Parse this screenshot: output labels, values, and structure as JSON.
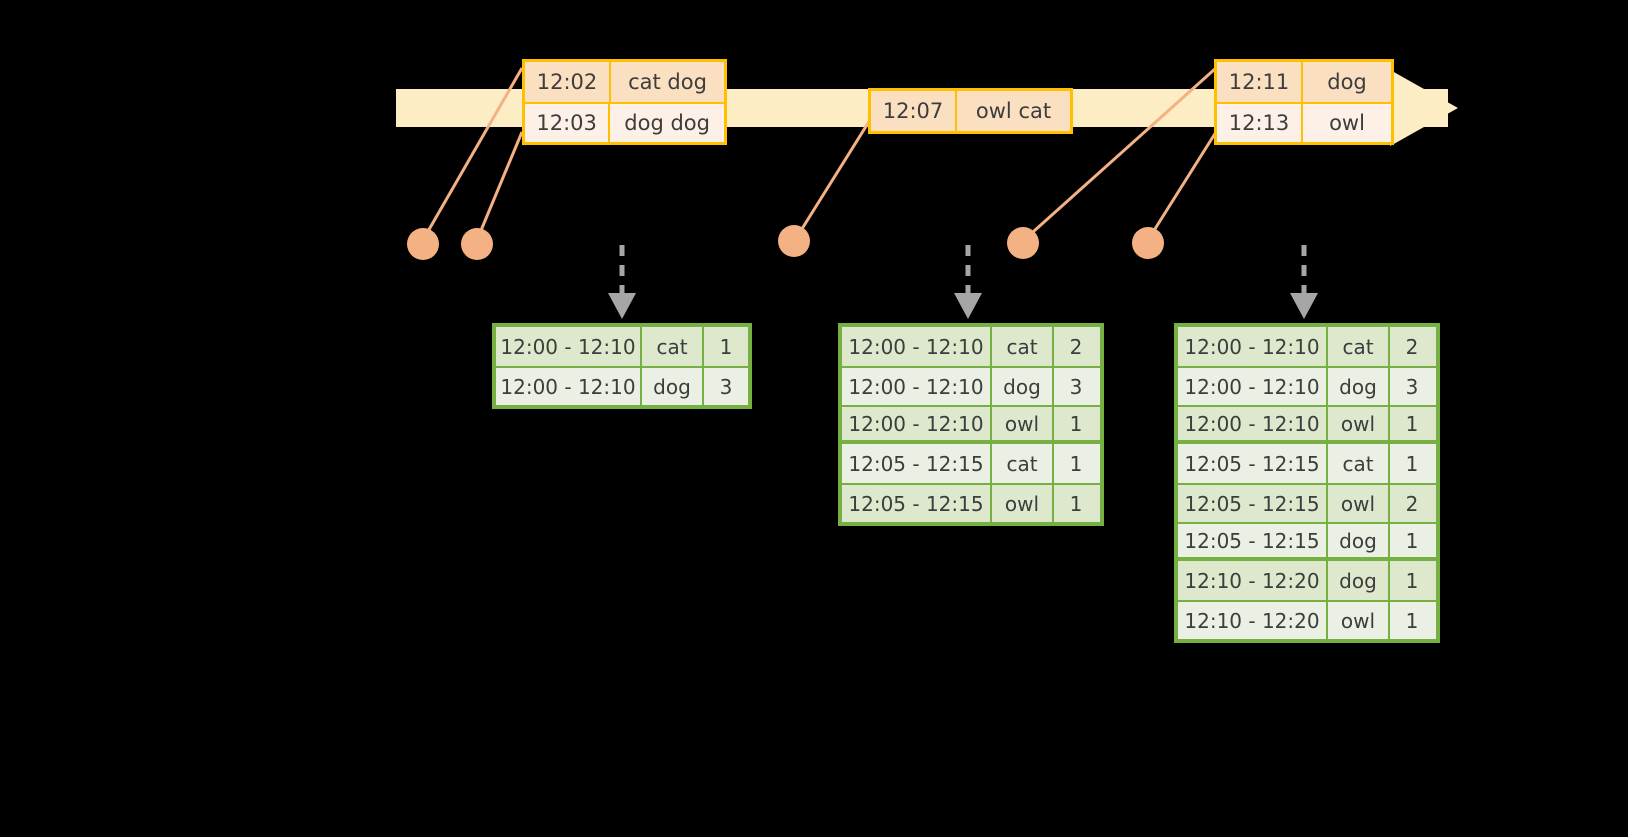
{
  "diagram": {
    "title": "windowed-aggregation-timeline",
    "colors": {
      "background": "#000000",
      "stream_bar": "#fdedc4",
      "event_border": "#ffc000",
      "event_fill_a": "#fbdfc1",
      "event_fill_b": "#fdf1e7",
      "dot": "#f4b183",
      "connector": "#f4b183",
      "table_border": "#76b043",
      "table_fill_a": "#dde8cd",
      "table_fill_b": "#eaf0e3",
      "arrow": "#a6a6a6",
      "text": "#3d3d3d"
    }
  },
  "stream": {
    "name": "event-stream-timeline",
    "event_groups": [
      {
        "name": "event-group-1",
        "events": [
          {
            "time": "12:02",
            "payload": "cat dog"
          },
          {
            "time": "12:03",
            "payload": "dog dog"
          }
        ]
      },
      {
        "name": "event-group-2",
        "events": [
          {
            "time": "12:07",
            "payload": "owl cat"
          }
        ]
      },
      {
        "name": "event-group-3",
        "events": [
          {
            "time": "12:11",
            "payload": "dog"
          },
          {
            "time": "12:13",
            "payload": "owl"
          }
        ]
      }
    ]
  },
  "tables": [
    {
      "name": "result-table-1",
      "rows": [
        {
          "window": "12:00 - 12:10",
          "key": "cat",
          "count": "1"
        },
        {
          "window": "12:00 - 12:10",
          "key": "dog",
          "count": "3"
        }
      ]
    },
    {
      "name": "result-table-2",
      "rows": [
        {
          "window": "12:00 - 12:10",
          "key": "cat",
          "count": "2"
        },
        {
          "window": "12:00 - 12:10",
          "key": "dog",
          "count": "3"
        },
        {
          "window": "12:00 - 12:10",
          "key": "owl",
          "count": "1"
        },
        {
          "window": "12:05 - 12:15",
          "key": "cat",
          "count": "1"
        },
        {
          "window": "12:05 - 12:15",
          "key": "owl",
          "count": "1"
        }
      ]
    },
    {
      "name": "result-table-3",
      "rows": [
        {
          "window": "12:00 - 12:10",
          "key": "cat",
          "count": "2"
        },
        {
          "window": "12:00 - 12:10",
          "key": "dog",
          "count": "3"
        },
        {
          "window": "12:00 - 12:10",
          "key": "owl",
          "count": "1"
        },
        {
          "window": "12:05 - 12:15",
          "key": "cat",
          "count": "1"
        },
        {
          "window": "12:05 - 12:15",
          "key": "owl",
          "count": "2"
        },
        {
          "window": "12:05 - 12:15",
          "key": "dog",
          "count": "1"
        },
        {
          "window": "12:10 - 12:20",
          "key": "dog",
          "count": "1"
        },
        {
          "window": "12:10 - 12:20",
          "key": "owl",
          "count": "1"
        }
      ]
    }
  ]
}
